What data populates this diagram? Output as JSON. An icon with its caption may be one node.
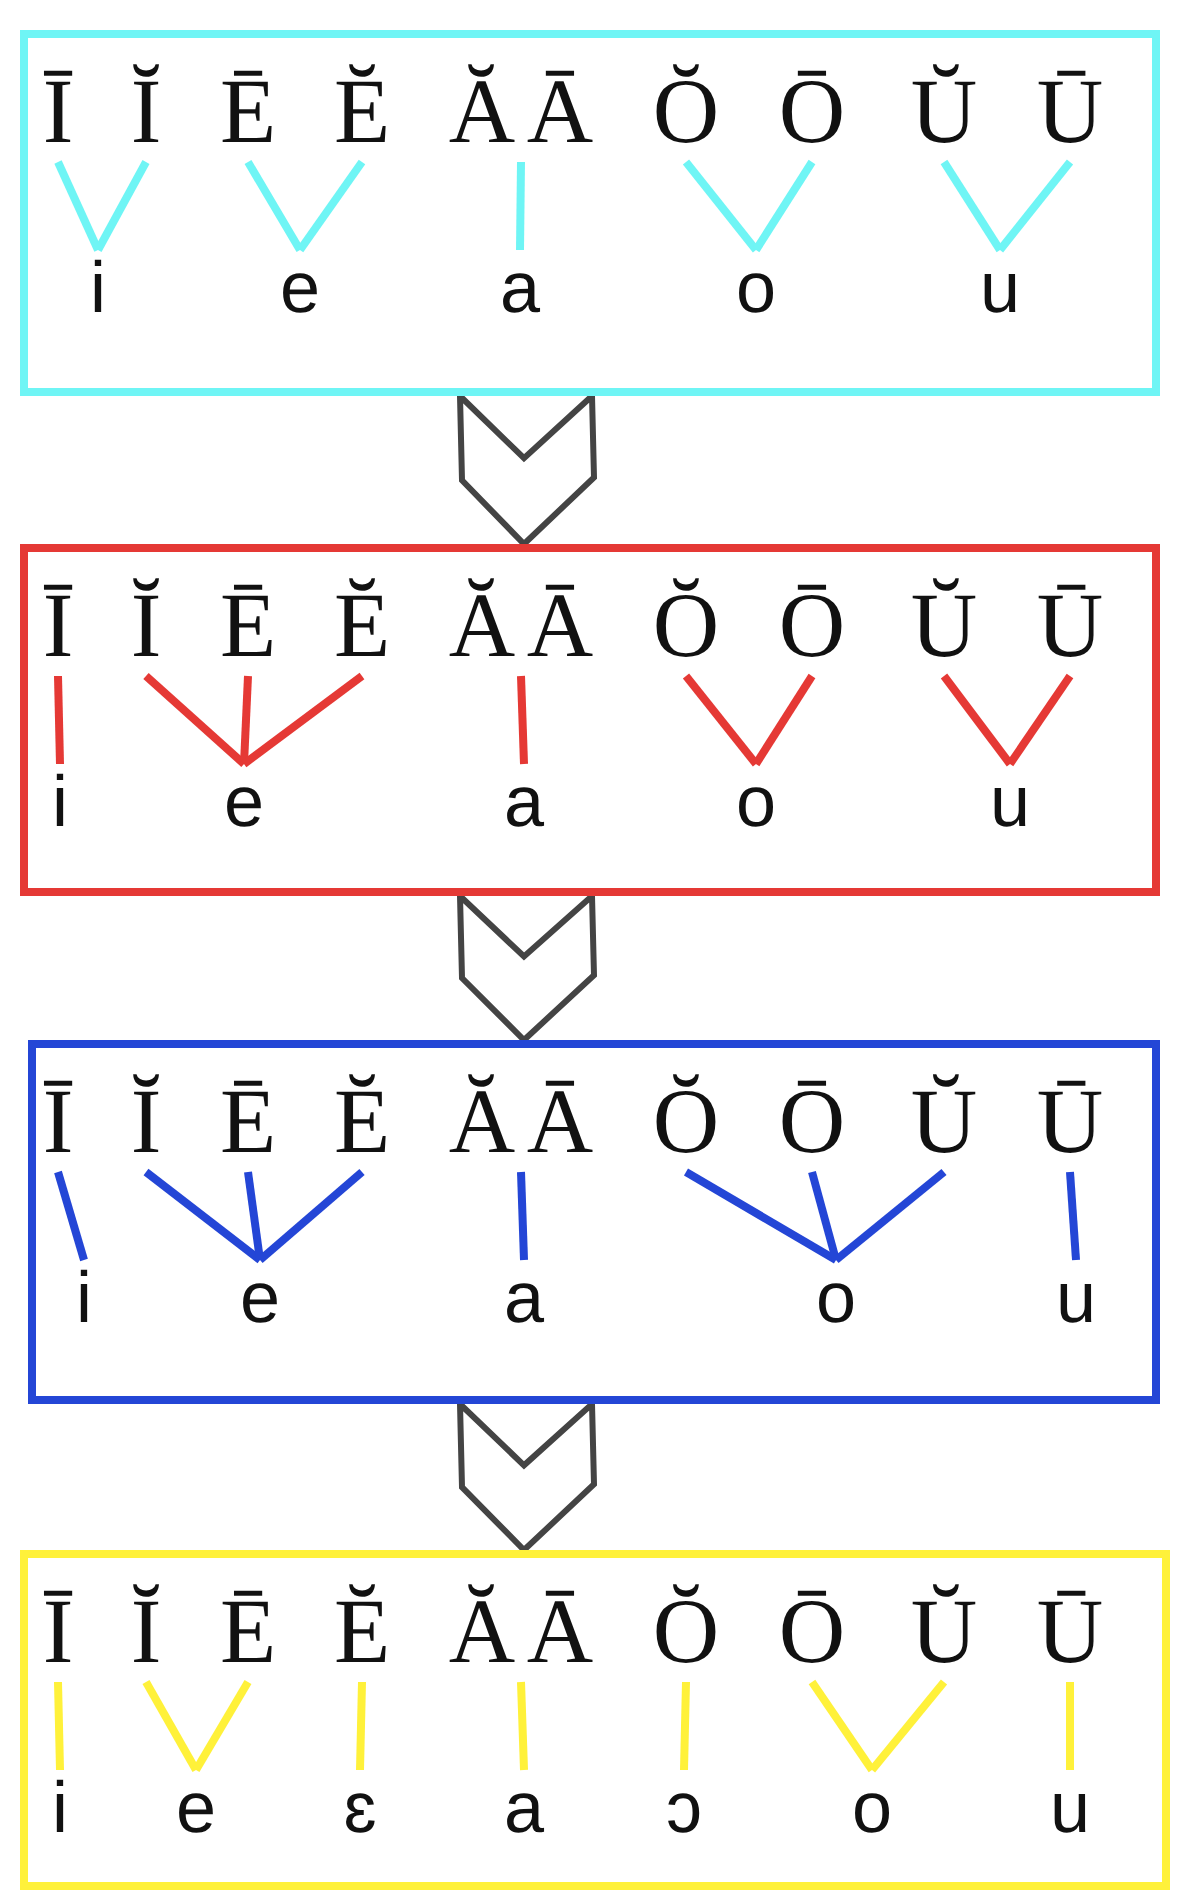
{
  "diagram": {
    "nodes": [
      {
        "text": [],
        "shape": "box"
      },
      {
        "text": [
          "Ī"
        ],
        "in": 0
      },
      {
        "text": [
          "Ĭ"
        ],
        "in": 0
      },
      {
        "text": [
          "Ē"
        ],
        "in": 0
      },
      {
        "text": [
          "Ĕ"
        ],
        "in": 0
      },
      {
        "text": [
          "Ă"
        ],
        "in": 0
      },
      {
        "text": [
          "Ā"
        ],
        "in": 0
      },
      {
        "text": [
          "Ŏ"
        ],
        "in": 0
      },
      {
        "text": [
          "Ō"
        ],
        "in": 0
      },
      {
        "text": [
          "Ŭ"
        ],
        "in": 0
      },
      {
        "text": [
          "Ū"
        ],
        "in": 0
      },
      {
        "text": [
          "i"
        ],
        "in": 0
      },
      {
        "text": [
          "e"
        ],
        "in": 0
      },
      {
        "text": [
          "a"
        ],
        "in": 0
      },
      {
        "text": [
          "o"
        ],
        "in": 0
      },
      {
        "text": [
          "u"
        ],
        "in": 0
      },
      {
        "text": [],
        "shape": "box"
      },
      {
        "text": [
          "Ī"
        ],
        "in": 16
      },
      {
        "text": [
          "Ĭ"
        ],
        "in": 16
      },
      {
        "text": [
          "Ē"
        ],
        "in": 16
      },
      {
        "text": [
          "Ĕ"
        ],
        "in": 16
      },
      {
        "text": [
          "Ă"
        ],
        "in": 16
      },
      {
        "text": [
          "Ā"
        ],
        "in": 16
      },
      {
        "text": [
          "Ŏ"
        ],
        "in": 16
      },
      {
        "text": [
          "Ō"
        ],
        "in": 16
      },
      {
        "text": [
          "Ŭ"
        ],
        "in": 16
      },
      {
        "text": [
          "Ū"
        ],
        "in": 16
      },
      {
        "text": [
          "i"
        ],
        "in": 16
      },
      {
        "text": [
          "e"
        ],
        "in": 16
      },
      {
        "text": [
          "a"
        ],
        "in": 16
      },
      {
        "text": [
          "o"
        ],
        "in": 16
      },
      {
        "text": [
          "u"
        ],
        "in": 16
      },
      {
        "text": [],
        "shape": "box"
      },
      {
        "text": [
          "Ī"
        ],
        "in": 32
      },
      {
        "text": [
          "Ĭ"
        ],
        "in": 32
      },
      {
        "text": [
          "Ē"
        ],
        "in": 32
      },
      {
        "text": [
          "Ĕ"
        ],
        "in": 32
      },
      {
        "text": [
          "Ă"
        ],
        "in": 32
      },
      {
        "text": [
          "Ā"
        ],
        "in": 32
      },
      {
        "text": [
          "Ŏ"
        ],
        "in": 32
      },
      {
        "text": [
          "Ō"
        ],
        "in": 32
      },
      {
        "text": [
          "Ŭ"
        ],
        "in": 32
      },
      {
        "text": [
          "Ū"
        ],
        "in": 32
      },
      {
        "text": [
          "i"
        ],
        "in": 32
      },
      {
        "text": [
          "e"
        ],
        "in": 32
      },
      {
        "text": [
          "a"
        ],
        "in": 32
      },
      {
        "text": [
          "o"
        ],
        "in": 32
      },
      {
        "text": [
          "u"
        ],
        "in": 32
      },
      {
        "text": [],
        "shape": "box"
      },
      {
        "text": [
          "Ī"
        ],
        "in": 48
      },
      {
        "text": [
          "Ĭ"
        ],
        "in": 48
      },
      {
        "text": [
          "Ē"
        ],
        "in": 48
      },
      {
        "text": [
          "Ĕ"
        ],
        "in": 48
      },
      {
        "text": [
          "Ă"
        ],
        "in": 48
      },
      {
        "text": [
          "Ā"
        ],
        "in": 48
      },
      {
        "text": [
          "Ŏ"
        ],
        "in": 48
      },
      {
        "text": [
          "Ō"
        ],
        "in": 48
      },
      {
        "text": [
          "Ŭ"
        ],
        "in": 48
      },
      {
        "text": [
          "Ū"
        ],
        "in": 48
      },
      {
        "text": [
          "i"
        ],
        "in": 48
      },
      {
        "text": [
          "e"
        ],
        "in": 48
      },
      {
        "text": [
          "ɛ"
        ],
        "in": 48
      },
      {
        "text": [
          "a"
        ],
        "in": 48
      },
      {
        "text": [
          "ɔ"
        ],
        "in": 48
      },
      {
        "text": [
          "o"
        ],
        "in": 48
      },
      {
        "text": [
          "u"
        ],
        "in": 48
      }
    ],
    "edges": [
      {
        "from": 0,
        "to": 16,
        "arrow": "to"
      },
      {
        "from": 16,
        "to": 32,
        "arrow": "to"
      },
      {
        "from": 32,
        "to": 48,
        "arrow": "to"
      },
      {
        "from": 1,
        "to": 11,
        "arrow": "none",
        "color": "#6ff5f5"
      },
      {
        "from": 2,
        "to": 11,
        "arrow": "none",
        "color": "#6ff5f5"
      },
      {
        "from": 3,
        "to": 12,
        "arrow": "none",
        "color": "#6ff5f5"
      },
      {
        "from": 4,
        "to": 12,
        "arrow": "none",
        "color": "#6ff5f5"
      },
      {
        "from": 5,
        "to": 13,
        "arrow": "none",
        "color": "#6ff5f5"
      },
      {
        "from": 6,
        "to": 13,
        "arrow": "none",
        "color": "#6ff5f5"
      },
      {
        "from": 7,
        "to": 14,
        "arrow": "none",
        "color": "#6ff5f5"
      },
      {
        "from": 8,
        "to": 14,
        "arrow": "none",
        "color": "#6ff5f5"
      },
      {
        "from": 9,
        "to": 15,
        "arrow": "none",
        "color": "#6ff5f5"
      },
      {
        "from": 10,
        "to": 15,
        "arrow": "none",
        "color": "#6ff5f5"
      },
      {
        "from": 17,
        "to": 27,
        "arrow": "none",
        "color": "#e53935"
      },
      {
        "from": 18,
        "to": 28,
        "arrow": "none",
        "color": "#e53935"
      },
      {
        "from": 19,
        "to": 28,
        "arrow": "none",
        "color": "#e53935"
      },
      {
        "from": 20,
        "to": 28,
        "arrow": "none",
        "color": "#e53935"
      },
      {
        "from": 21,
        "to": 29,
        "arrow": "none",
        "color": "#e53935"
      },
      {
        "from": 22,
        "to": 29,
        "arrow": "none",
        "color": "#e53935"
      },
      {
        "from": 23,
        "to": 30,
        "arrow": "none",
        "color": "#e53935"
      },
      {
        "from": 24,
        "to": 30,
        "arrow": "none",
        "color": "#e53935"
      },
      {
        "from": 25,
        "to": 31,
        "arrow": "none",
        "color": "#e53935"
      },
      {
        "from": 26,
        "to": 31,
        "arrow": "none",
        "color": "#e53935"
      },
      {
        "from": 33,
        "to": 43,
        "arrow": "none",
        "color": "#2446d6"
      },
      {
        "from": 34,
        "to": 44,
        "arrow": "none",
        "color": "#2446d6"
      },
      {
        "from": 35,
        "to": 44,
        "arrow": "none",
        "color": "#2446d6"
      },
      {
        "from": 36,
        "to": 44,
        "arrow": "none",
        "color": "#2446d6"
      },
      {
        "from": 37,
        "to": 45,
        "arrow": "none",
        "color": "#2446d6"
      },
      {
        "from": 38,
        "to": 45,
        "arrow": "none",
        "color": "#2446d6"
      },
      {
        "from": 39,
        "to": 46,
        "arrow": "none",
        "color": "#2446d6"
      },
      {
        "from": 40,
        "to": 46,
        "arrow": "none",
        "color": "#2446d6"
      },
      {
        "from": 41,
        "to": 46,
        "arrow": "none",
        "color": "#2446d6"
      },
      {
        "from": 42,
        "to": 47,
        "arrow": "none",
        "color": "#2446d6"
      },
      {
        "from": 49,
        "to": 59,
        "arrow": "none",
        "color": "#fff13a"
      },
      {
        "from": 50,
        "to": 60,
        "arrow": "none",
        "color": "#fff13a"
      },
      {
        "from": 51,
        "to": 60,
        "arrow": "none",
        "color": "#fff13a"
      },
      {
        "from": 52,
        "to": 61,
        "arrow": "none",
        "color": "#fff13a"
      },
      {
        "from": 53,
        "to": 62,
        "arrow": "none",
        "color": "#fff13a"
      },
      {
        "from": 54,
        "to": 62,
        "arrow": "none",
        "color": "#fff13a"
      },
      {
        "from": 55,
        "to": 63,
        "arrow": "none",
        "color": "#fff13a"
      },
      {
        "from": 56,
        "to": 64,
        "arrow": "none",
        "color": "#fff13a"
      },
      {
        "from": 57,
        "to": 64,
        "arrow": "none",
        "color": "#fff13a"
      },
      {
        "from": 58,
        "to": 65,
        "arrow": "none",
        "color": "#fff13a"
      }
    ]
  }
}
